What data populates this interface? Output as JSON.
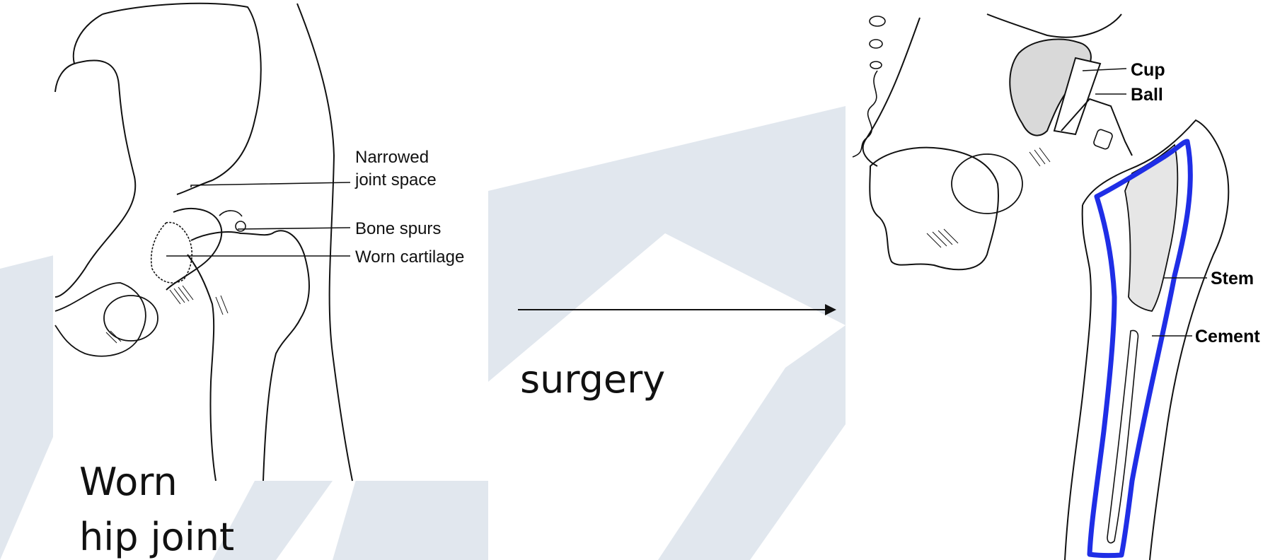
{
  "colors": {
    "background": "#ffffff",
    "watermark": "#e1e7ee",
    "line": "#111111",
    "cement": "#1f2ee6",
    "stipple": "#6b6b6b"
  },
  "left_panel": {
    "caption_line1": "Worn",
    "caption_line2": "hip joint",
    "labels": {
      "narrowed_line1": "Narrowed",
      "narrowed_line2": "joint space",
      "bone_spurs": "Bone spurs",
      "worn_cartilage": "Worn cartilage"
    }
  },
  "middle": {
    "arrow": "right-arrow",
    "caption": "surgery"
  },
  "right_panel": {
    "labels": {
      "cup": "Cup",
      "ball": "Ball",
      "stem": "Stem",
      "cement": "Cement"
    }
  }
}
